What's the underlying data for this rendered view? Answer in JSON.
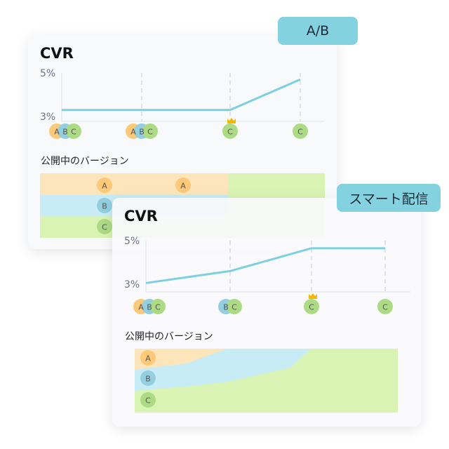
{
  "colors": {
    "A": "#fbc978",
    "B": "#93cfdf",
    "C": "#addb84",
    "A_fill": "#fde5bb",
    "B_fill": "#c8ecf5",
    "C_fill": "#d8f3b3",
    "line": "#7dd0e0",
    "crown": "#f5b800"
  },
  "chart_data": [
    {
      "type": "line",
      "tag": "A/B",
      "title": "CVR",
      "ylabels": [
        "5%",
        "3%"
      ],
      "ylim": [
        3,
        5
      ],
      "values": [
        3.3,
        3.3,
        3.3,
        4.7
      ],
      "versions_at_point": [
        [
          "A",
          "B",
          "C"
        ],
        [
          "A",
          "B",
          "C"
        ],
        [
          "C"
        ],
        [
          "C"
        ]
      ],
      "winner_point": 2,
      "section_label": "公開中のバージョン",
      "share_times": [
        0,
        0.66,
        0.66,
        1
      ],
      "shares": {
        "A": [
          0.333,
          0.333,
          0,
          0
        ],
        "B": [
          0.333,
          0.333,
          0,
          0
        ],
        "C": [
          0.334,
          0.334,
          1,
          1
        ]
      },
      "legend_rows": [
        [
          "A",
          "A"
        ],
        [
          "B",
          ""
        ],
        [
          "C",
          ""
        ]
      ]
    },
    {
      "type": "line",
      "tag": "スマート配信",
      "title": "CVR",
      "ylabels": [
        "5%",
        "3%"
      ],
      "ylim": [
        3,
        5
      ],
      "values": [
        3.05,
        3.6,
        4.65,
        4.65
      ],
      "versions_at_point": [
        [
          "A",
          "B",
          "C"
        ],
        [
          "B",
          "C"
        ],
        [
          "C"
        ],
        [
          "C"
        ]
      ],
      "winner_point": 2,
      "section_label": "公開中のバージョン",
      "share_times": [
        0,
        0.2,
        0.35,
        0.59,
        0.67,
        1
      ],
      "shares": {
        "A": [
          0.33,
          0.23,
          0,
          0,
          0,
          0
        ],
        "B": [
          0.33,
          0.36,
          0.52,
          0.3,
          0,
          0
        ],
        "C": [
          0.34,
          0.41,
          0.48,
          0.7,
          1,
          1
        ]
      },
      "legend_rows": [
        [
          "A"
        ],
        [
          "B"
        ],
        [
          "C"
        ]
      ]
    }
  ]
}
